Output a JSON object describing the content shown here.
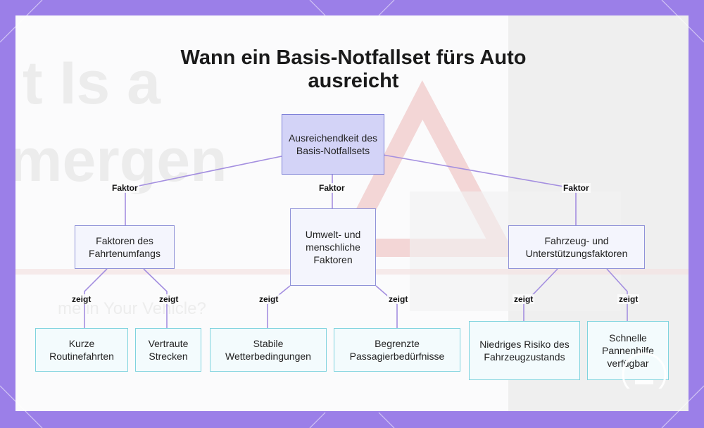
{
  "title": "Wann ein Basis-Notfallset fürs Auto ausreicht",
  "background_text": [
    "t Is a",
    "mergen",
    "me in Your Vehicle?"
  ],
  "colors": {
    "frame": "#9b7fe8",
    "root_fill": "#d3d3f7",
    "root_border": "#7b7fd6",
    "mid_fill": "#f4f5fd",
    "mid_border": "#8f92d8",
    "leaf_fill": "#f3fbfd",
    "leaf_border": "#7fd3de",
    "edge": "#a48fe0"
  },
  "root": {
    "label": "Ausreichendkeit des Basis-Notfallsets"
  },
  "edge_labels": {
    "faktor": "Faktor",
    "zeigt": "zeigt"
  },
  "factors": [
    {
      "label": "Faktoren des Fahrtenumfangs",
      "children": [
        "Kurze Routinefahrten",
        "Vertraute Strecken"
      ]
    },
    {
      "label": "Umwelt- und menschliche Faktoren",
      "children": [
        "Stabile Wetterbedingungen",
        "Begrenzte Passagierbedürfnisse"
      ]
    },
    {
      "label": "Fahrzeug- und Unterstützungsfaktoren",
      "children": [
        "Niedriges Risiko des Fahrzeugzustands",
        "Schnelle Pannenhilfe verfügbar"
      ]
    }
  ]
}
